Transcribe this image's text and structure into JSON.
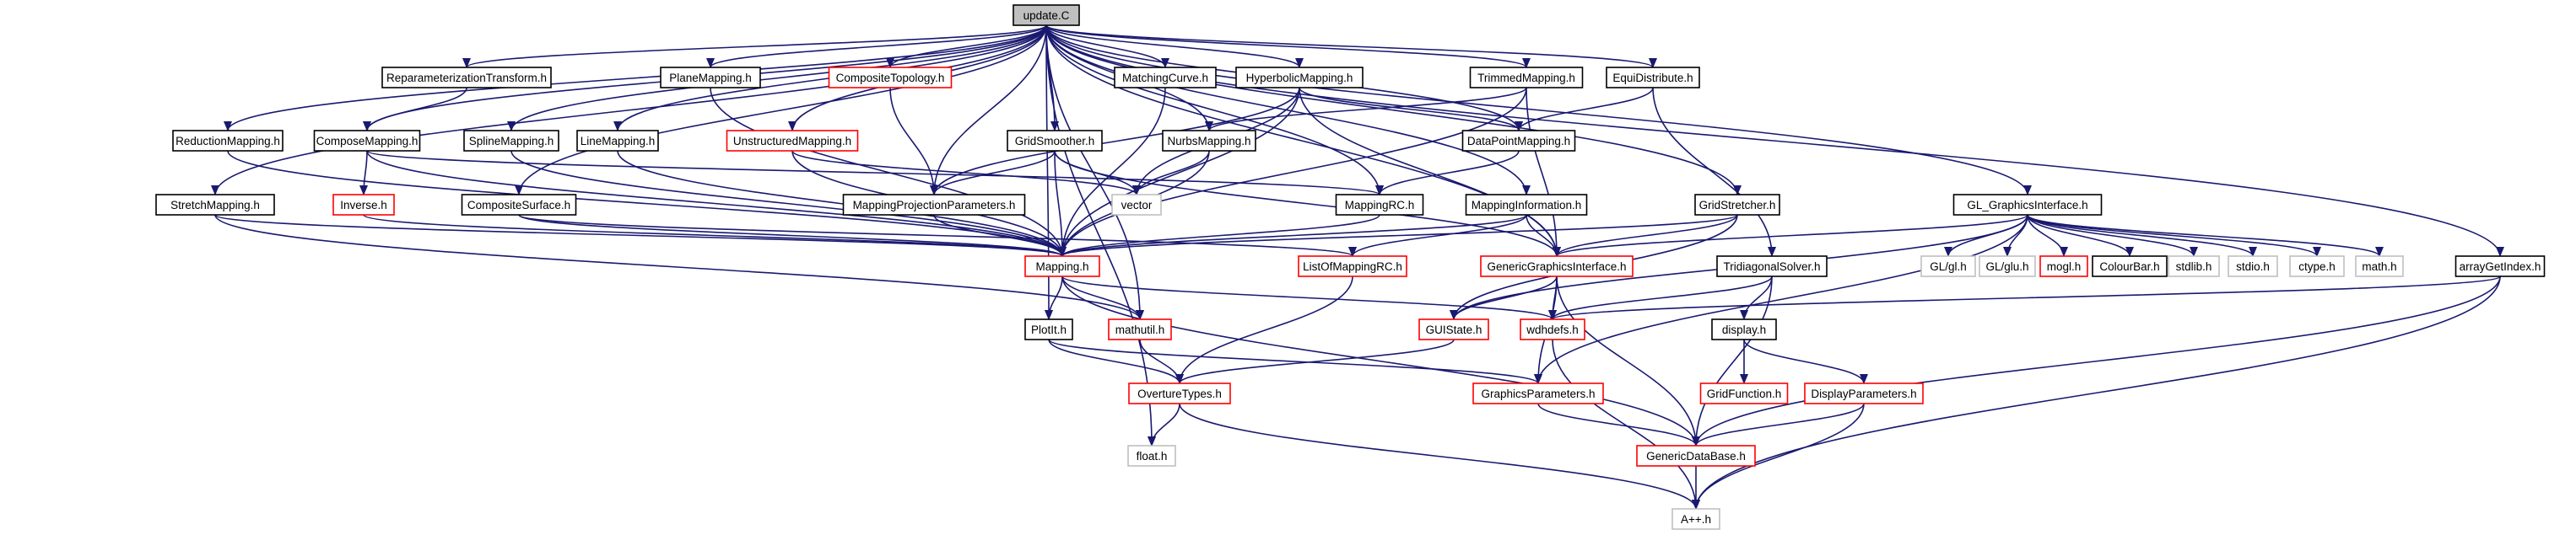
{
  "colors": {
    "edge": "#191970",
    "root_fill": "#bfbfbf",
    "node_border": "#000000",
    "broken_border": "#ff0000",
    "system_border": "#bfbfbf",
    "label": "#000000"
  },
  "nodes": [
    {
      "id": "update",
      "label": "update.C",
      "style": "root"
    },
    {
      "id": "reparam",
      "label": "ReparameterizationTransform.h",
      "style": "normal"
    },
    {
      "id": "plane",
      "label": "PlaneMapping.h",
      "style": "normal"
    },
    {
      "id": "comptopo",
      "label": "CompositeTopology.h",
      "style": "broken"
    },
    {
      "id": "matching",
      "label": "MatchingCurve.h",
      "style": "normal"
    },
    {
      "id": "hyperbolic",
      "label": "HyperbolicMapping.h",
      "style": "normal"
    },
    {
      "id": "trimmed",
      "label": "TrimmedMapping.h",
      "style": "normal"
    },
    {
      "id": "equi",
      "label": "EquiDistribute.h",
      "style": "normal"
    },
    {
      "id": "reduction",
      "label": "ReductionMapping.h",
      "style": "normal"
    },
    {
      "id": "compose",
      "label": "ComposeMapping.h",
      "style": "normal"
    },
    {
      "id": "spline",
      "label": "SplineMapping.h",
      "style": "normal"
    },
    {
      "id": "line",
      "label": "LineMapping.h",
      "style": "normal"
    },
    {
      "id": "unstruct",
      "label": "UnstructuredMapping.h",
      "style": "broken"
    },
    {
      "id": "gridsmooth",
      "label": "GridSmoother.h",
      "style": "normal"
    },
    {
      "id": "nurbs",
      "label": "NurbsMapping.h",
      "style": "normal"
    },
    {
      "id": "datapoint",
      "label": "DataPointMapping.h",
      "style": "normal"
    },
    {
      "id": "stretch",
      "label": "StretchMapping.h",
      "style": "normal"
    },
    {
      "id": "inverse",
      "label": "Inverse.h",
      "style": "broken"
    },
    {
      "id": "compsurf",
      "label": "CompositeSurface.h",
      "style": "normal"
    },
    {
      "id": "mpp",
      "label": "MappingProjectionParameters.h",
      "style": "normal"
    },
    {
      "id": "vector",
      "label": "vector",
      "style": "system"
    },
    {
      "id": "mappingrc",
      "label": "MappingRC.h",
      "style": "normal"
    },
    {
      "id": "mapinfo",
      "label": "MappingInformation.h",
      "style": "normal"
    },
    {
      "id": "gridstretch",
      "label": "GridStretcher.h",
      "style": "normal"
    },
    {
      "id": "glgi",
      "label": "GL_GraphicsInterface.h",
      "style": "normal"
    },
    {
      "id": "mapping",
      "label": "Mapping.h",
      "style": "broken"
    },
    {
      "id": "listrc",
      "label": "ListOfMappingRC.h",
      "style": "broken"
    },
    {
      "id": "ggi",
      "label": "GenericGraphicsInterface.h",
      "style": "broken"
    },
    {
      "id": "tridiag",
      "label": "TridiagonalSolver.h",
      "style": "normal"
    },
    {
      "id": "glgl",
      "label": "GL/gl.h",
      "style": "system"
    },
    {
      "id": "glglu",
      "label": "GL/glu.h",
      "style": "system"
    },
    {
      "id": "mogl",
      "label": "mogl.h",
      "style": "broken"
    },
    {
      "id": "colourbar",
      "label": "ColourBar.h",
      "style": "normal"
    },
    {
      "id": "stdlib",
      "label": "stdlib.h",
      "style": "system"
    },
    {
      "id": "stdio",
      "label": "stdio.h",
      "style": "system"
    },
    {
      "id": "ctype",
      "label": "ctype.h",
      "style": "system"
    },
    {
      "id": "math",
      "label": "math.h",
      "style": "system"
    },
    {
      "id": "arrayget",
      "label": "arrayGetIndex.h",
      "style": "normal"
    },
    {
      "id": "plotit",
      "label": "PlotIt.h",
      "style": "normal"
    },
    {
      "id": "mathutil",
      "label": "mathutil.h",
      "style": "broken"
    },
    {
      "id": "guistate",
      "label": "GUIState.h",
      "style": "broken"
    },
    {
      "id": "wdhdefs",
      "label": "wdhdefs.h",
      "style": "broken"
    },
    {
      "id": "display",
      "label": "display.h",
      "style": "normal"
    },
    {
      "id": "overture",
      "label": "OvertureTypes.h",
      "style": "broken"
    },
    {
      "id": "gparams",
      "label": "GraphicsParameters.h",
      "style": "broken"
    },
    {
      "id": "gridfunc",
      "label": "GridFunction.h",
      "style": "broken"
    },
    {
      "id": "dispparams",
      "label": "DisplayParameters.h",
      "style": "broken"
    },
    {
      "id": "float",
      "label": "float.h",
      "style": "system"
    },
    {
      "id": "gendb",
      "label": "GenericDataBase.h",
      "style": "broken"
    },
    {
      "id": "app",
      "label": "A++.h",
      "style": "system"
    }
  ]
}
